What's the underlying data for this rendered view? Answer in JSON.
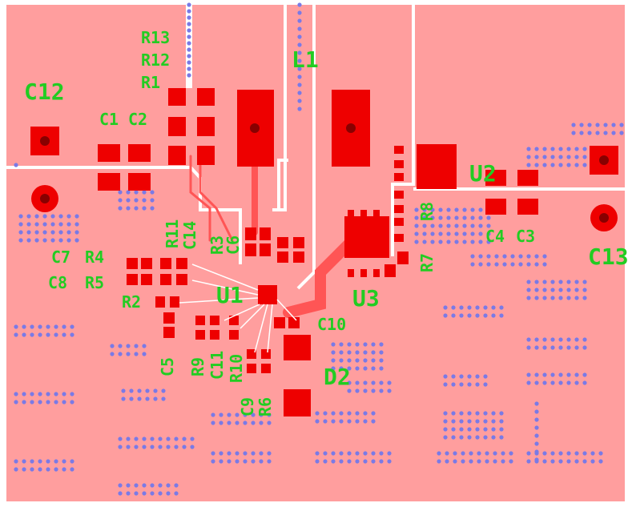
{
  "board": {
    "colors": {
      "background": "#ffffff",
      "copper_pour": "#ff9e9e",
      "pad": "#ee0000",
      "trace": "#ff5555",
      "via": "#7a7ae6",
      "silkscreen": "#22cc22",
      "clearance": "#ffffff"
    }
  },
  "labels": {
    "R13": "R13",
    "R12": "R12",
    "R1": "R1",
    "L1": "L1",
    "C12": "C12",
    "C1": "C1",
    "C2": "C2",
    "U2": "U2",
    "R8": "R8",
    "C4": "C4",
    "C3": "C3",
    "C13": "C13",
    "R11": "R11",
    "C14": "C14",
    "R3": "R3",
    "C6": "C6",
    "C7": "C7",
    "R4": "R4",
    "C8": "C8",
    "R5": "R5",
    "R2": "R2",
    "U1": "U1",
    "U3": "U3",
    "R7": "R7",
    "C10": "C10",
    "C5": "C5",
    "R9": "R9",
    "C11": "C11",
    "R10": "R10",
    "D2": "D2",
    "C9": "C9",
    "R6": "R6"
  }
}
